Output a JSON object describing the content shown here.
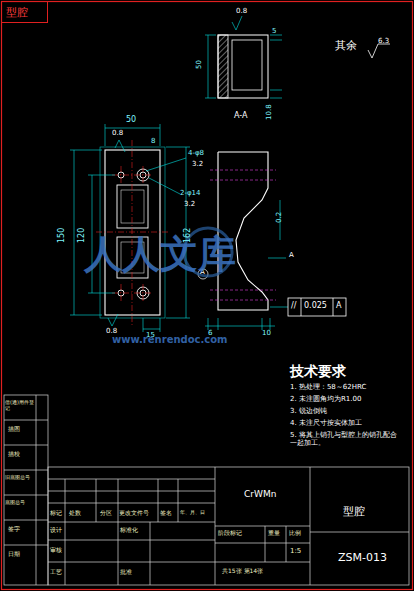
{
  "diagram": {
    "title": "型腔",
    "labels": [
      "其余",
      "6.3",
      "0.8",
      "5",
      "50",
      "10.8",
      "A-A",
      "50",
      "0.8",
      "8",
      "4-φ8",
      "3.2",
      "2-φ14",
      "3.2",
      "150",
      "120",
      "162",
      "0.8",
      "15",
      "0.2",
      "A",
      "A",
      "6",
      "10",
      "0.025",
      "A",
      "人人文库",
      "www.renrendoc.com",
      "技术要求",
      "1. 热处理：58～62HRC",
      "2. 未注圆角均为R1.00",
      "3. 锐边倒钝",
      "4. 未注尺寸按实体加工",
      "5. 将其上销孔与型腔上的销孔配合一起加工。",
      "借(通)用件登记",
      "描图",
      "描校",
      "旧底图总号",
      "底图总号",
      "签字",
      "日期",
      "标记",
      "处数",
      "分区",
      "更改文件号",
      "签名",
      "年、月、日",
      "设计",
      "标准化",
      "审核",
      "工艺",
      "批准",
      "CrWMn",
      "阶段标记",
      "重量",
      "比例",
      "1:5",
      "共15张 第14张",
      "型腔",
      "ZSM-013",
      "//"
    ]
  }
}
